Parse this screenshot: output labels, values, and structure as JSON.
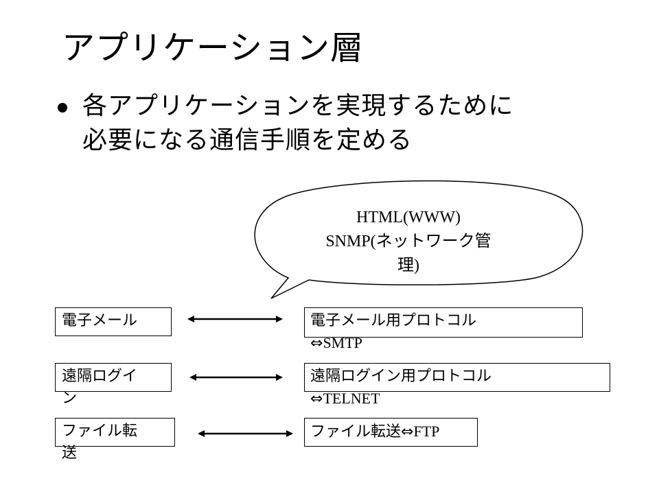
{
  "title": "アプリケーション層",
  "bullet": {
    "line1": "各アプリケーションを実現するために",
    "line2": "必要になる通信手順を定める"
  },
  "bubble": {
    "line1": "HTML(WWW)",
    "line2_latin": "SNMP(",
    "line2_jp": "ネットワーク管",
    "line3_jp": "理",
    "line3_close": ")"
  },
  "rows": [
    {
      "left_lines": [
        "電子メール"
      ],
      "right_jp": "電子メール用プロトコル",
      "right_symbol": "⇔",
      "right_code": "SMTP"
    },
    {
      "left_lines": [
        "遠隔ログイ",
        "ン"
      ],
      "right_jp": "遠隔ログイン用プロトコル",
      "right_symbol": "⇔",
      "right_code": "TELNET"
    },
    {
      "left_lines": [
        "ファイル転",
        "送"
      ],
      "right_jp": "ファイル転送",
      "right_symbol": "⇔",
      "right_code": "FTP"
    }
  ]
}
